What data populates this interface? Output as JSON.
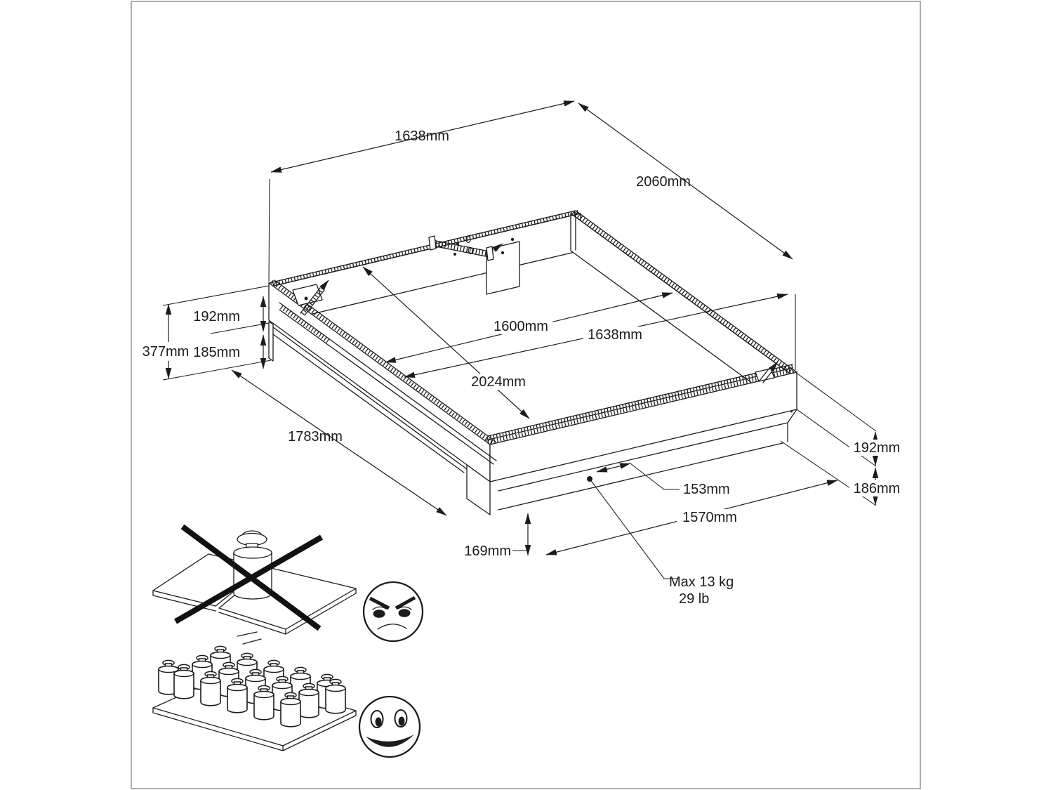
{
  "page": {
    "background": "#ffffff",
    "line_color": "#1c1c1c",
    "border_color": "#9a9a9a"
  },
  "drawing": {
    "type": "furniture-assembly-dimension-diagram",
    "subject": "bed frame with recessed plinth, center support and corner brackets"
  },
  "dimensions": {
    "outer_width": "1638mm",
    "outer_length": "2060mm",
    "inner_width": "1600mm",
    "overall_width_inner": "1638mm",
    "inner_length": "2024mm",
    "left_rail_height": "192mm",
    "left_total_height": "377mm",
    "left_lower_height": "185mm",
    "left_diagonal_length": "1783mm",
    "right_rail_height": "192mm",
    "right_lower_height": "186mm",
    "plinth_inset": "153mm",
    "plinth_width": "1570mm",
    "plinth_height": "169mm"
  },
  "warning": {
    "max_load_line1": "Max 13 kg",
    "max_load_line2": "29 lb"
  }
}
